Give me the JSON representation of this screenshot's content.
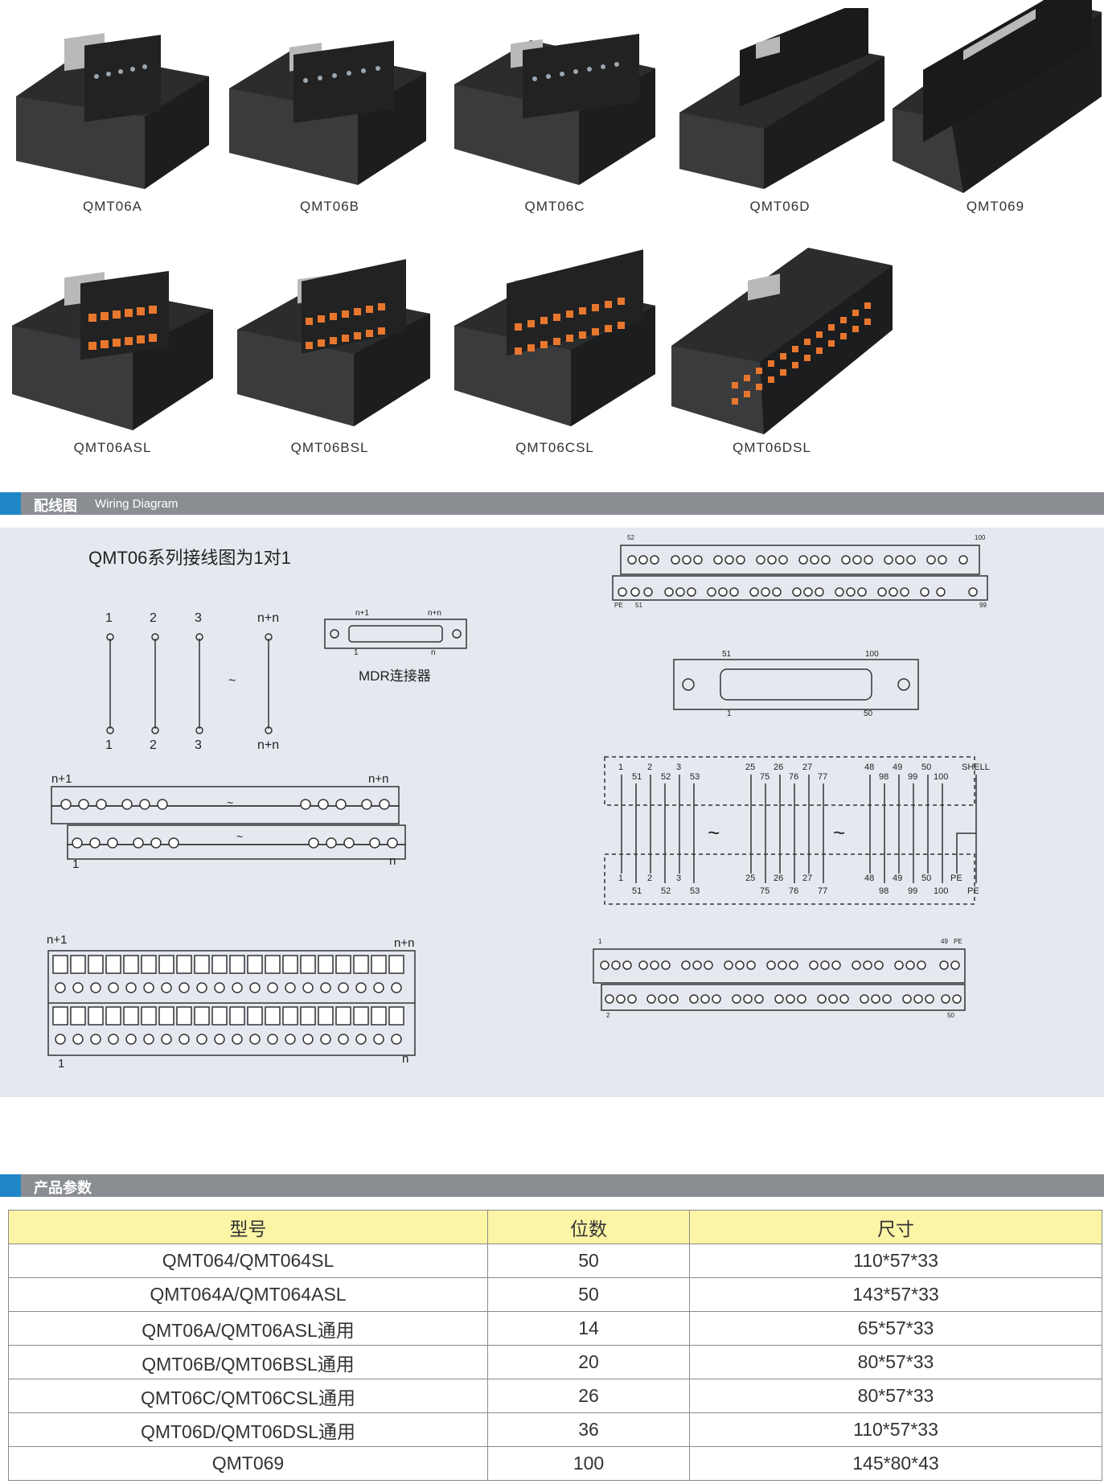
{
  "products": {
    "row1": [
      {
        "model": "QMT06A"
      },
      {
        "model": "QMT06B"
      },
      {
        "model": "QMT06C"
      },
      {
        "model": "QMT06D"
      },
      {
        "model": "QMT069"
      }
    ],
    "row2": [
      {
        "model": "QMT06ASL"
      },
      {
        "model": "QMT06BSL"
      },
      {
        "model": "QMT06CSL"
      },
      {
        "model": "QMT06DSL"
      }
    ]
  },
  "wiring": {
    "header_cn": "配线图",
    "header_en": "Wiring Diagram",
    "series_title": "QMT06系列接线图为1对1",
    "mdr_label": "MDR连接器",
    "top_labels": [
      "1",
      "2",
      "3",
      "n+n"
    ],
    "bottom_labels": [
      "1",
      "2",
      "3",
      "n+n"
    ],
    "tilde": "~",
    "mdr_small": {
      "top_left": "n+1",
      "top_right": "n+n",
      "bottom_left": "1",
      "bottom_right": "n"
    },
    "block_a": {
      "top_left": "n+1",
      "top_right": "n+n",
      "bottom_left": "1",
      "bottom_right": "n"
    },
    "block_b": {
      "top_left": "n+1",
      "top_right": "n+n",
      "bottom_left": "1",
      "bottom_right": "n"
    },
    "right_block_top": {
      "top_left": "52",
      "top_right": "100",
      "bottom_left": "PE",
      "bottom_left2": "51",
      "bottom_right": "99"
    },
    "mdr_large": {
      "top_left": "51",
      "top_right": "100",
      "bottom_left": "1",
      "bottom_right": "50"
    },
    "pin_map_top": [
      "1",
      "2",
      "3",
      "25",
      "26",
      "27",
      "48",
      "49",
      "50",
      "SHELL"
    ],
    "pin_map_top2": [
      "51",
      "52",
      "53",
      "75",
      "76",
      "77",
      "98",
      "99",
      "100"
    ],
    "pin_map_bottom": [
      "1",
      "2",
      "3",
      "25",
      "26",
      "27",
      "48",
      "49",
      "50",
      "PE"
    ],
    "pin_map_bottom2": [
      "51",
      "52",
      "53",
      "75",
      "76",
      "77",
      "98",
      "99",
      "100",
      "PE"
    ],
    "right_block_bottom": {
      "top_left": "1",
      "top_right": "49",
      "top_right2": "PE",
      "bottom_left": "2",
      "bottom_right": "50"
    }
  },
  "specs": {
    "header_cn": "产品参数",
    "columns": [
      "型号",
      "位数",
      "尺寸"
    ],
    "rows": [
      [
        "QMT064/QMT064SL",
        "50",
        "110*57*33"
      ],
      [
        "QMT064A/QMT064ASL",
        "50",
        "143*57*33"
      ],
      [
        "QMT06A/QMT06ASL通用",
        "14",
        "65*57*33"
      ],
      [
        "QMT06B/QMT06BSL通用",
        "20",
        "80*57*33"
      ],
      [
        "QMT06C/QMT06CSL通用",
        "26",
        "80*57*33"
      ],
      [
        "QMT06D/QMT06DSL通用",
        "36",
        "110*57*33"
      ],
      [
        "QMT069",
        "100",
        "145*80*43"
      ]
    ]
  },
  "colors": {
    "accent": "#1f86c8",
    "bar": "#8a8e93",
    "diagram_bg": "#e5e9ef",
    "table_header": "#fdf5a6",
    "terminal_orange": "#e8772e"
  }
}
